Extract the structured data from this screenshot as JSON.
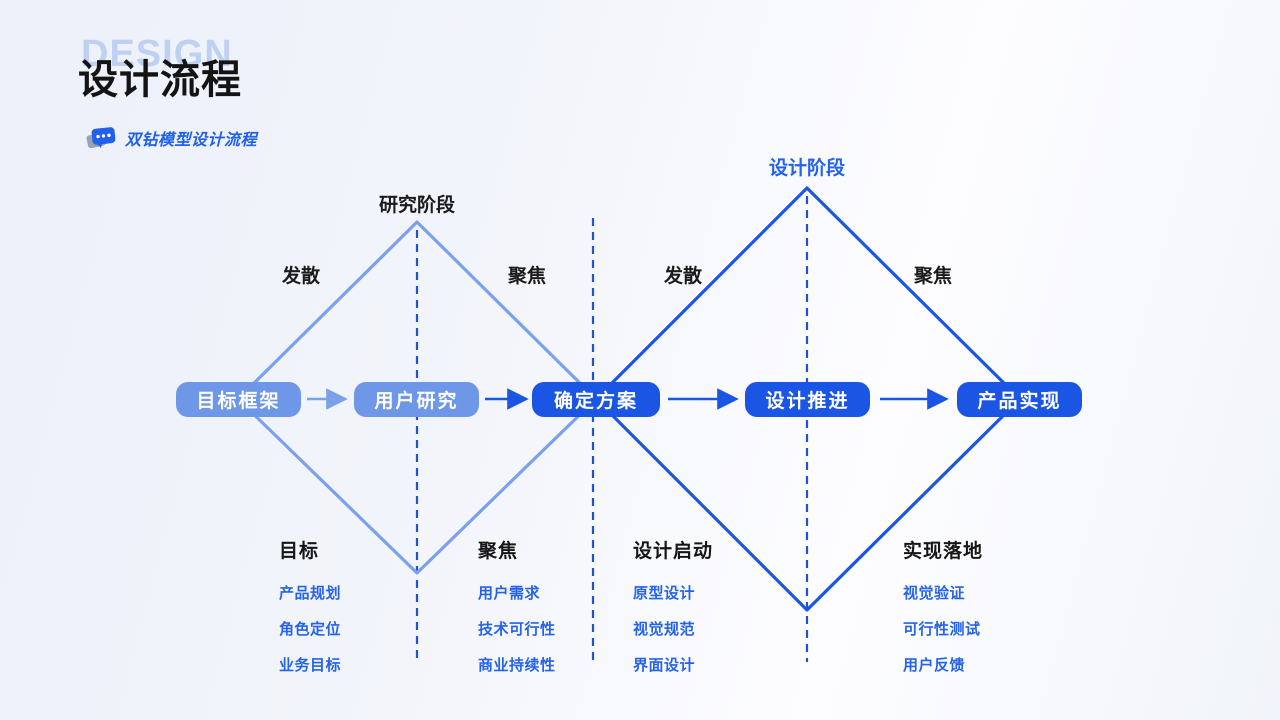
{
  "header": {
    "ghost": "DESIGN",
    "title": "设计流程",
    "subtitle": "双钻模型设计流程"
  },
  "diagram": {
    "left_diamond": {
      "phase": "研究阶段",
      "diverge": "发散",
      "converge": "聚焦"
    },
    "right_diamond": {
      "phase": "设计阶段",
      "diverge": "发散",
      "converge": "聚焦"
    },
    "steps": [
      "目标框架",
      "用户研究",
      "确定方案",
      "设计推进",
      "产品实现"
    ],
    "columns": [
      {
        "title": "目标",
        "items": [
          "产品规划",
          "角色定位",
          "业务目标"
        ]
      },
      {
        "title": "聚焦",
        "items": [
          "用户需求",
          "技术可行性",
          "商业持续性"
        ]
      },
      {
        "title": "设计启动",
        "items": [
          "原型设计",
          "视觉规范",
          "界面设计"
        ]
      },
      {
        "title": "实现落地",
        "items": [
          "视觉验证",
          "可行性测试",
          "用户反馈"
        ]
      }
    ]
  },
  "colors": {
    "light_blue": "#6e97e8",
    "dark_blue": "#1a55e3",
    "accent_text": "#2563eb",
    "dashed_line": "#1f55cc",
    "ghost_text": "#bed1f3",
    "background": "#eef1f9"
  }
}
